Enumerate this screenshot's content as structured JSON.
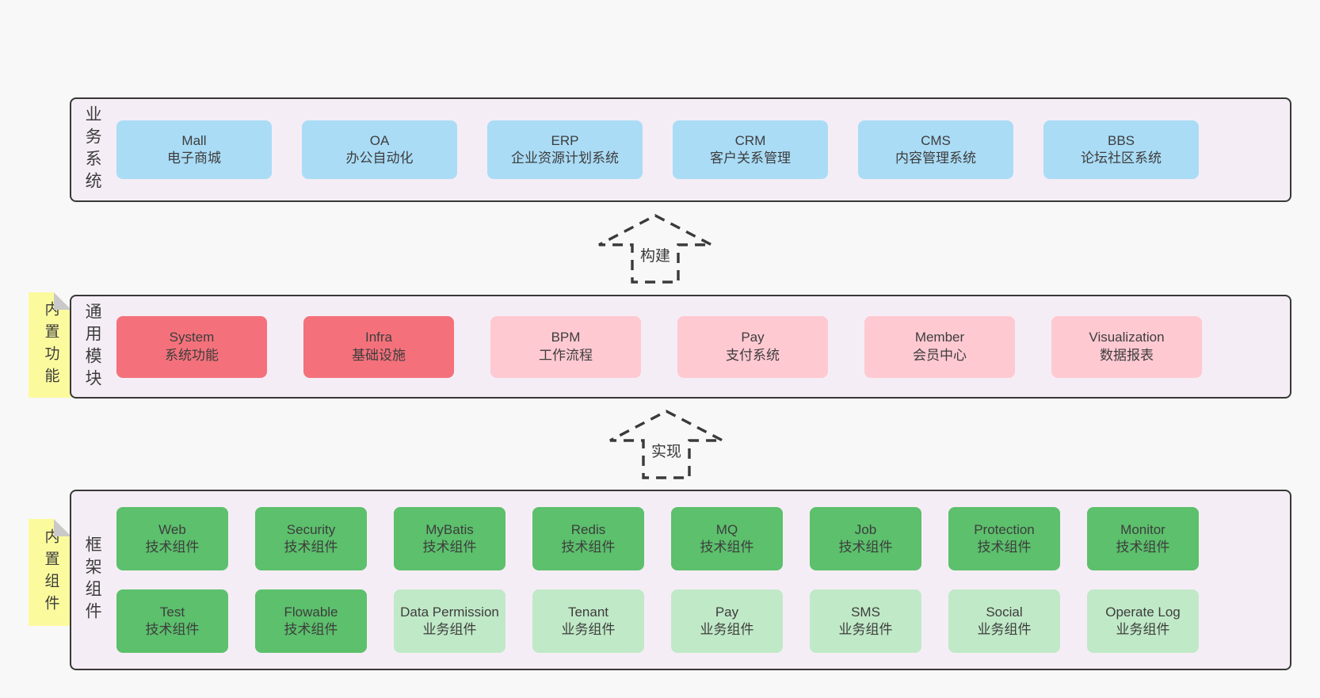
{
  "palette": {
    "page-bg": "#f8f8f8",
    "panel-bg": "#f5edf5",
    "panel-border": "#383838",
    "blue": "#aadcf6",
    "red": "#f4717b",
    "pink": "#ffc9d2",
    "green": "#5cc06c",
    "lightgreen": "#c0e9c7",
    "sticky-yellow": "#fbfb9e",
    "sticky-fold": "#c9c9c9",
    "text": "#3d3d3d"
  },
  "layers": [
    {
      "label": "业务系统",
      "sticky": null,
      "rows": [
        [
          {
            "title": "Mall",
            "subtitle": "电子商城",
            "variant": "blue"
          },
          {
            "title": "OA",
            "subtitle": "办公自动化",
            "variant": "blue"
          },
          {
            "title": "ERP",
            "subtitle": "企业资源计划系统",
            "variant": "blue"
          },
          {
            "title": "CRM",
            "subtitle": "客户关系管理",
            "variant": "blue"
          },
          {
            "title": "CMS",
            "subtitle": "内容管理系统",
            "variant": "blue"
          },
          {
            "title": "BBS",
            "subtitle": "论坛社区系统",
            "variant": "blue"
          }
        ]
      ]
    },
    {
      "label": "通用模块",
      "sticky": "内置功能",
      "rows": [
        [
          {
            "title": "System",
            "subtitle": "系统功能",
            "variant": "red"
          },
          {
            "title": "Infra",
            "subtitle": "基础设施",
            "variant": "red"
          },
          {
            "title": "BPM",
            "subtitle": "工作流程",
            "variant": "pink"
          },
          {
            "title": "Pay",
            "subtitle": "支付系统",
            "variant": "pink"
          },
          {
            "title": "Member",
            "subtitle": "会员中心",
            "variant": "pink"
          },
          {
            "title": "Visualization",
            "subtitle": "数据报表",
            "variant": "pink"
          }
        ]
      ]
    },
    {
      "label": "框架组件",
      "sticky": "内置组件",
      "rows": [
        [
          {
            "title": "Web",
            "subtitle": "技术组件",
            "variant": "green"
          },
          {
            "title": "Security",
            "subtitle": "技术组件",
            "variant": "green"
          },
          {
            "title": "MyBatis",
            "subtitle": "技术组件",
            "variant": "green"
          },
          {
            "title": "Redis",
            "subtitle": "技术组件",
            "variant": "green"
          },
          {
            "title": "MQ",
            "subtitle": "技术组件",
            "variant": "green"
          },
          {
            "title": "Job",
            "subtitle": "技术组件",
            "variant": "green"
          },
          {
            "title": "Protection",
            "subtitle": "技术组件",
            "variant": "green"
          },
          {
            "title": "Monitor",
            "subtitle": "技术组件",
            "variant": "green"
          }
        ],
        [
          {
            "title": "Test",
            "subtitle": "技术组件",
            "variant": "green"
          },
          {
            "title": "Flowable",
            "subtitle": "技术组件",
            "variant": "green"
          },
          {
            "title": "Data Permission",
            "subtitle": "业务组件",
            "variant": "lightgreen"
          },
          {
            "title": "Tenant",
            "subtitle": "业务组件",
            "variant": "lightgreen"
          },
          {
            "title": "Pay",
            "subtitle": "业务组件",
            "variant": "lightgreen"
          },
          {
            "title": "SMS",
            "subtitle": "业务组件",
            "variant": "lightgreen"
          },
          {
            "title": "Social",
            "subtitle": "业务组件",
            "variant": "lightgreen"
          },
          {
            "title": "Operate Log",
            "subtitle": "业务组件",
            "variant": "lightgreen"
          }
        ]
      ]
    }
  ],
  "arrows": [
    {
      "label": "构建"
    },
    {
      "label": "实现"
    }
  ]
}
